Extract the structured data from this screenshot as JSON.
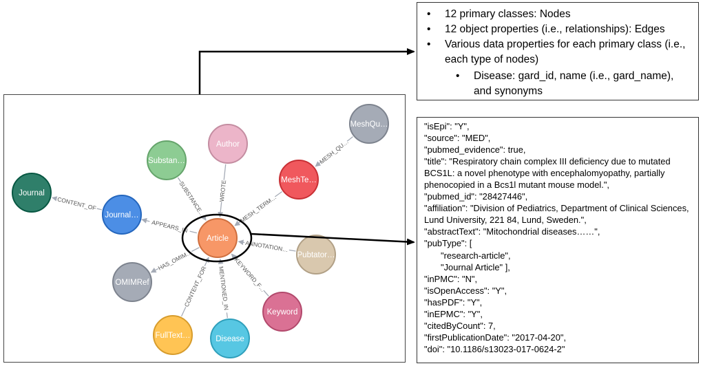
{
  "summary": {
    "items": [
      "12 primary classes: Nodes",
      "12 object properties (i.e., relationships): Edges",
      "Various data properties for each primary class (i.e., each type of nodes)"
    ],
    "subitems": [
      "Disease: gard_id, name (i.e., gard_name), and synonyms"
    ]
  },
  "json_lines": [
    {
      "text": "\"isEpi\": \"Y\",",
      "indent": false
    },
    {
      "text": "\"source\": \"MED\",",
      "indent": false
    },
    {
      "text": "\"pubmed_evidence\": true,",
      "indent": false
    },
    {
      "text": "\"title\": \"Respiratory chain complex III deficiency due to mutated BCS1L: a novel phenotype with encephalomyopathy, partially phenocopied in a Bcs1l mutant mouse model.\",",
      "indent": false
    },
    {
      "text": "\"pubmed_id\": \"28427446\",",
      "indent": false
    },
    {
      "text": "\"affiliation\": \"Division of Pediatrics, Department of Clinical Sciences, Lund University, 221 84, Lund, Sweden.\",",
      "indent": false
    },
    {
      "text": "\"abstractText\": \"Mitochondrial diseases……\",",
      "indent": false
    },
    {
      "text": "\"pubType\": [",
      "indent": false
    },
    {
      "text": "\"research-article\",",
      "indent": true
    },
    {
      "text": "\"Journal Article\" ],",
      "indent": true
    },
    {
      "text": "\"inPMC\": \"N\",",
      "indent": false
    },
    {
      "text": "\"isOpenAccess\": \"Y\",",
      "indent": false
    },
    {
      "text": "\"hasPDF\": \"Y\",",
      "indent": false
    },
    {
      "text": "\"inEPMC\": \"Y\",",
      "indent": false
    },
    {
      "text": "\"citedByCount\": 7,",
      "indent": false
    },
    {
      "text": "\"firstPublicationDate\": \"2017-04-20\",",
      "indent": false
    },
    {
      "text": "\"doi\": \"10.1186/s13023-017-0624-2\"",
      "indent": false
    }
  ],
  "graph": {
    "colors": {
      "article": "#f79767",
      "journal": "#2f7f6a",
      "journal_node": "#4c8ee5",
      "substance": "#8dcc93",
      "author": "#ecb5c9",
      "meshterm": "#f0585d",
      "meshqual": "#a5abb6",
      "pubtator": "#d9c8ae",
      "omimref": "#a5abb6",
      "fulltext": "#ffc454",
      "disease": "#57c7e3",
      "keyword": "#da7194"
    },
    "nodes": [
      {
        "id": "article",
        "label": "Article",
        "color": "#f79767"
      },
      {
        "id": "journal",
        "label": "Journal",
        "color": "#2f7f6a"
      },
      {
        "id": "journal_node",
        "label": "Journal…",
        "color": "#4c8ee5"
      },
      {
        "id": "substance",
        "label": "Substan…",
        "color": "#8dcc93"
      },
      {
        "id": "author",
        "label": "Author",
        "color": "#ecb5c9"
      },
      {
        "id": "meshterm",
        "label": "MeshTe…",
        "color": "#f0585d"
      },
      {
        "id": "meshqual",
        "label": "MeshQu…",
        "color": "#a5abb6"
      },
      {
        "id": "pubtator",
        "label": "Pubtator…",
        "color": "#d9c8ae"
      },
      {
        "id": "omimref",
        "label": "OMIMRef",
        "color": "#a5abb6"
      },
      {
        "id": "fulltext",
        "label": "FullText…",
        "color": "#ffc454"
      },
      {
        "id": "disease",
        "label": "Disease",
        "color": "#57c7e3"
      },
      {
        "id": "keyword",
        "label": "Keyword",
        "color": "#da7194"
      }
    ],
    "edges": [
      {
        "from": "journal_node",
        "to": "journal",
        "label": "CONTENT_OF"
      },
      {
        "from": "journal_node",
        "to": "article",
        "label": "APPEARS_IN",
        "arrow_at": "from"
      },
      {
        "from": "substance",
        "to": "article",
        "label": "SUBSTANCE…"
      },
      {
        "from": "author",
        "to": "article",
        "label": "WROTE"
      },
      {
        "from": "meshterm",
        "to": "article",
        "label": "MESH_TERM…"
      },
      {
        "from": "meshqual",
        "to": "meshterm",
        "label": "MESH_QU…"
      },
      {
        "from": "pubtator",
        "to": "article",
        "label": "ANNOTATION…"
      },
      {
        "from": "article",
        "to": "omimref",
        "label": "HAS_OMIM…"
      },
      {
        "from": "fulltext",
        "to": "article",
        "label": "CONTENT_FOR"
      },
      {
        "from": "disease",
        "to": "article",
        "label": "MENTIONED_IN"
      },
      {
        "from": "keyword",
        "to": "article",
        "label": "KEYWORD_F…"
      }
    ]
  }
}
